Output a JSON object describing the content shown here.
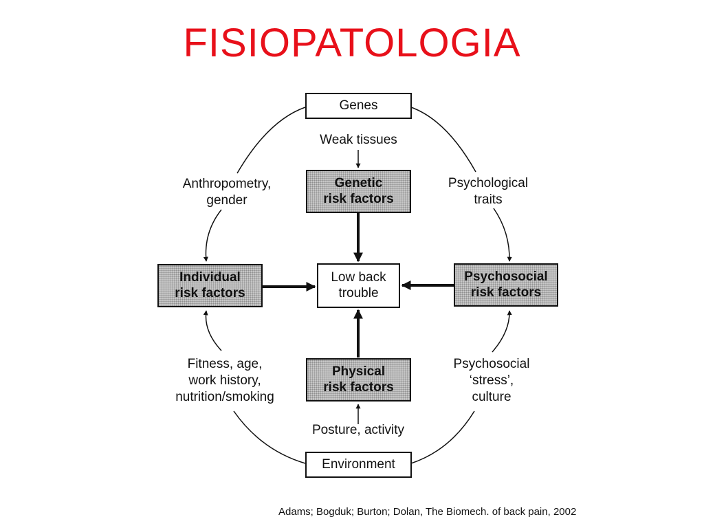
{
  "slide": {
    "title": "FISIOPATOLOGIA",
    "citation": "Adams; Bogduk; Burton; Dolan, The Biomech. of back pain, 2002"
  },
  "diagram": {
    "nodes": {
      "genes": {
        "lines": [
          "Genes"
        ]
      },
      "genetic": {
        "lines": [
          "Genetic",
          "risk factors"
        ]
      },
      "individual": {
        "lines": [
          "Individual",
          "risk factors"
        ]
      },
      "low_back": {
        "lines": [
          "Low back",
          "trouble"
        ]
      },
      "psychosocial": {
        "lines": [
          "Psychosocial",
          "risk factors"
        ]
      },
      "physical": {
        "lines": [
          "Physical",
          "risk factors"
        ]
      },
      "environment": {
        "lines": [
          "Environment"
        ]
      }
    },
    "labels": {
      "weak_tissues": [
        "Weak tissues"
      ],
      "anthropometry": [
        "Anthropometry,",
        "gender"
      ],
      "psychological": [
        "Psychological",
        "traits"
      ],
      "fitness": [
        "Fitness, age,",
        "work history,",
        "nutrition/smoking"
      ],
      "psychosocial_stress": [
        "Psychosocial",
        "‘stress’,",
        "culture"
      ],
      "posture": [
        "Posture, activity"
      ]
    }
  }
}
